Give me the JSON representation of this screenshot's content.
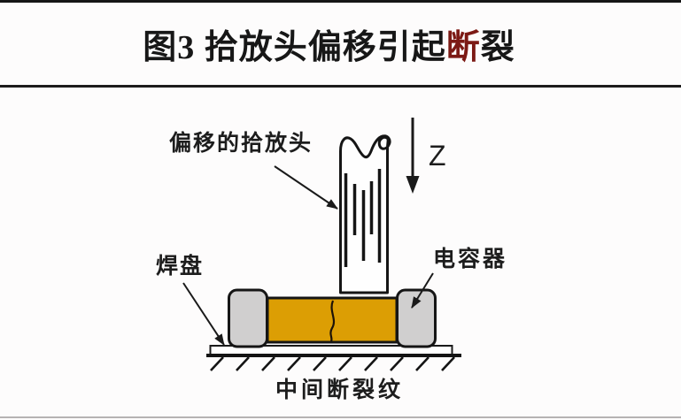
{
  "figure": {
    "title": {
      "prefix": "图3 拾放头偏移引起",
      "highlight": "断",
      "suffix": "裂",
      "highlight_style": "color:#7c1a15",
      "text_color": "#171717"
    },
    "labels": {
      "pick_head": "偏移的拾放头",
      "z_axis": "Z",
      "solder_pad": "焊盘",
      "capacitor": "电容器",
      "crack": "中间断裂纹"
    },
    "colors": {
      "outline": "#1a1a1a",
      "capacitor_body": "#dc9e04",
      "terminal_fill": "#d0cfcf",
      "head_fill": "#fefefe",
      "crack_line": "#1c1208",
      "top_rule": "#161616",
      "title_rule": "#1c1c1c",
      "bottom_rule": "#b6b3b3",
      "background": "#fdfcfc"
    }
  }
}
